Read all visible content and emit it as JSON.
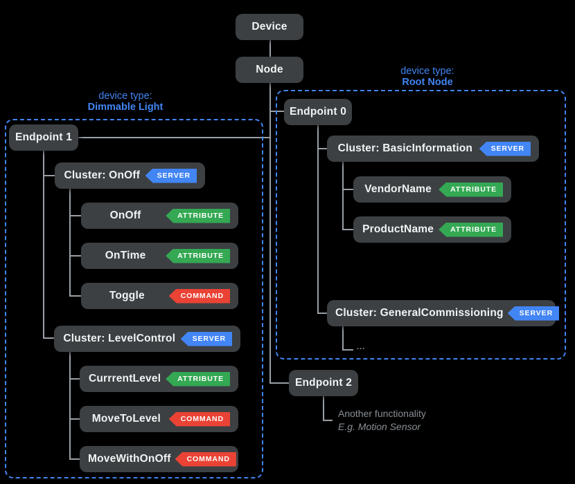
{
  "colors": {
    "background": "#000000",
    "box_background": "#3c4043",
    "box_text": "#f1f3f4",
    "accent_blue": "#4285f4",
    "badge_server": "#4285f4",
    "badge_attribute": "#34a853",
    "badge_command": "#ea4335",
    "connector_gray": "#9aa0a6",
    "note_gray": "#8a9095"
  },
  "device_box": {
    "label": "Device"
  },
  "node_box": {
    "label": "Node"
  },
  "left_group": {
    "header_line1": "device type:",
    "header_line2": "Dimmable Light",
    "endpoint_label": "Endpoint 1",
    "clusters": [
      {
        "label": "Cluster: OnOff",
        "badge": "SERVER",
        "children": [
          {
            "label": "OnOff",
            "badge": "ATTRIBUTE"
          },
          {
            "label": "OnTime",
            "badge": "ATTRIBUTE"
          },
          {
            "label": "Toggle",
            "badge": "COMMAND"
          }
        ]
      },
      {
        "label": "Cluster: LevelControl",
        "badge": "SERVER",
        "children": [
          {
            "label": "CurrrentLevel",
            "badge": "ATTRIBUTE"
          },
          {
            "label": "MoveToLevel",
            "badge": "COMMAND"
          },
          {
            "label": "MoveWithOnOff",
            "badge": "COMMAND"
          }
        ]
      }
    ]
  },
  "right_group": {
    "header_line1": "device type:",
    "header_line2": "Root Node",
    "endpoint_label": "Endpoint 0",
    "clusters": [
      {
        "label": "Cluster: BasicInformation",
        "badge": "SERVER",
        "children": [
          {
            "label": "VendorName",
            "badge": "ATTRIBUTE"
          },
          {
            "label": "ProductName",
            "badge": "ATTRIBUTE"
          }
        ]
      },
      {
        "label": "Cluster: GeneralCommissioning",
        "badge": "SERVER",
        "ellipsis": "..."
      }
    ]
  },
  "endpoint2": {
    "label": "Endpoint 2",
    "note_line1": "Another functionality",
    "note_line2": "E.g. Motion Sensor"
  }
}
